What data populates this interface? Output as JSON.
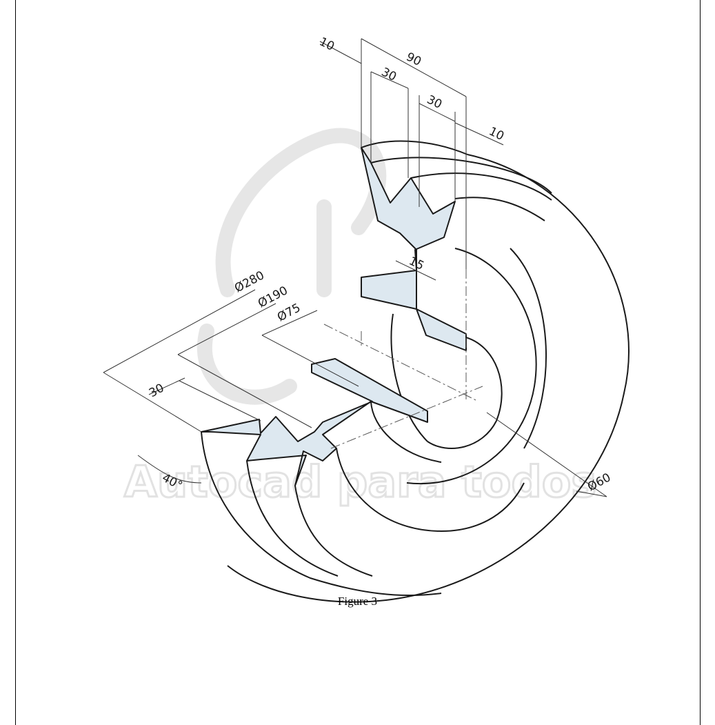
{
  "figure": {
    "caption": "Figure 3"
  },
  "dimensions": {
    "d10_top": "10",
    "d90": "90",
    "d30_a": "30",
    "d30_b": "30",
    "d10_right": "10",
    "d15": "15",
    "phi280": "Ø280",
    "phi190": "Ø190",
    "phi75": "Ø75",
    "d30_left": "30",
    "angle40": "40°",
    "phi60": "Ø60"
  },
  "watermark": {
    "text": "Autocad para todos"
  },
  "colors": {
    "section_fill": "#dde8f0",
    "outline": "#1a1a1a",
    "dimension": "#333333",
    "watermark": "#e4e4e4"
  }
}
